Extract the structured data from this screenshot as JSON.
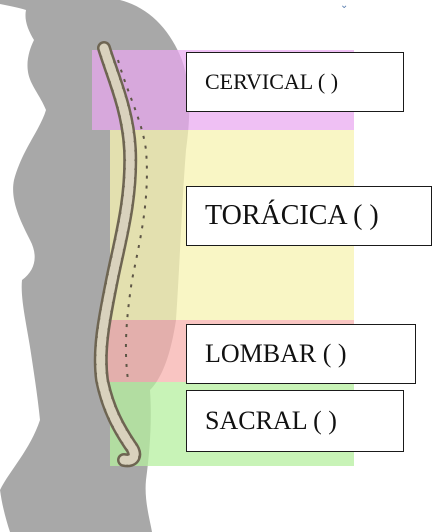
{
  "regions": [
    {
      "id": "cervical",
      "label": "CERVICAL (   )",
      "color": "#e9a8f0"
    },
    {
      "id": "toracica",
      "label": "TORÁCICA (   )",
      "color": "#f7f3b2"
    },
    {
      "id": "lombar",
      "label": "LOMBAR (   )",
      "color": "#f7b2ad"
    },
    {
      "id": "sacral",
      "label": "SACRAL (   )",
      "color": "#b6ef9f"
    }
  ],
  "silhouette_color": "#a8a8a8",
  "corner_mark": "⌄"
}
